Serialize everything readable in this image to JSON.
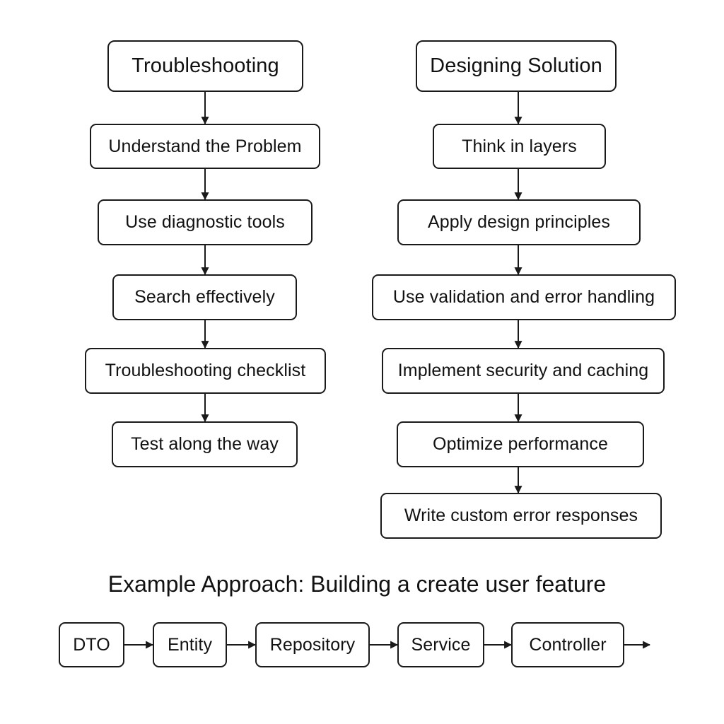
{
  "troubleshooting": {
    "title": "Troubleshooting",
    "steps": [
      "Understand the Problem",
      "Use diagnostic tools",
      "Search effectively",
      "Troubleshooting checklist",
      "Test along the way"
    ]
  },
  "designing": {
    "title": "Designing Solution",
    "steps": [
      "Think in layers",
      "Apply design principles",
      "Use validation and error handling",
      "Implement security and caching",
      "Optimize performance",
      "Write custom error responses"
    ]
  },
  "example": {
    "title": "Example Approach: Building a create user feature",
    "steps": [
      "DTO",
      "Entity",
      "Repository",
      "Service",
      "Controller"
    ]
  },
  "colors": {
    "stroke": "#1a1a1a",
    "background": "#ffffff"
  }
}
